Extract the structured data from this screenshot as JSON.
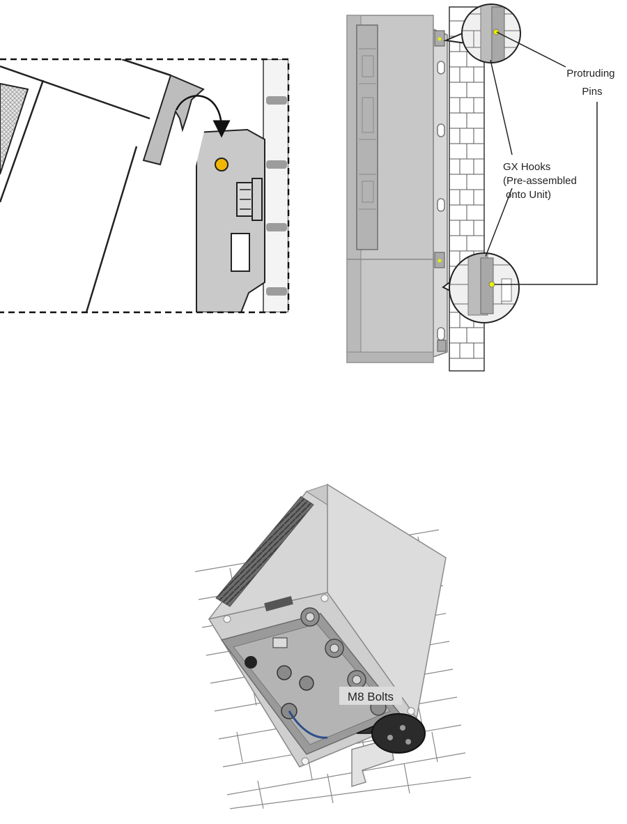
{
  "callouts": {
    "protruding_pins": [
      "Protruding",
      "Pins"
    ],
    "gx_hooks": [
      "GX Hooks",
      "(Pre-assembled",
      "onto Unit)"
    ],
    "m8_bolts": "M8 Bolts"
  },
  "colors": {
    "pin": "#f2b705",
    "pin_highlight": "#e8f000",
    "unit_grey": "#bdbdbd",
    "bracket_grey": "#c9c9c9",
    "wall_line": "#444444"
  },
  "icons": {
    "curved_arrow": "curved-arrow-icon",
    "locating_pin": "pin-icon"
  }
}
